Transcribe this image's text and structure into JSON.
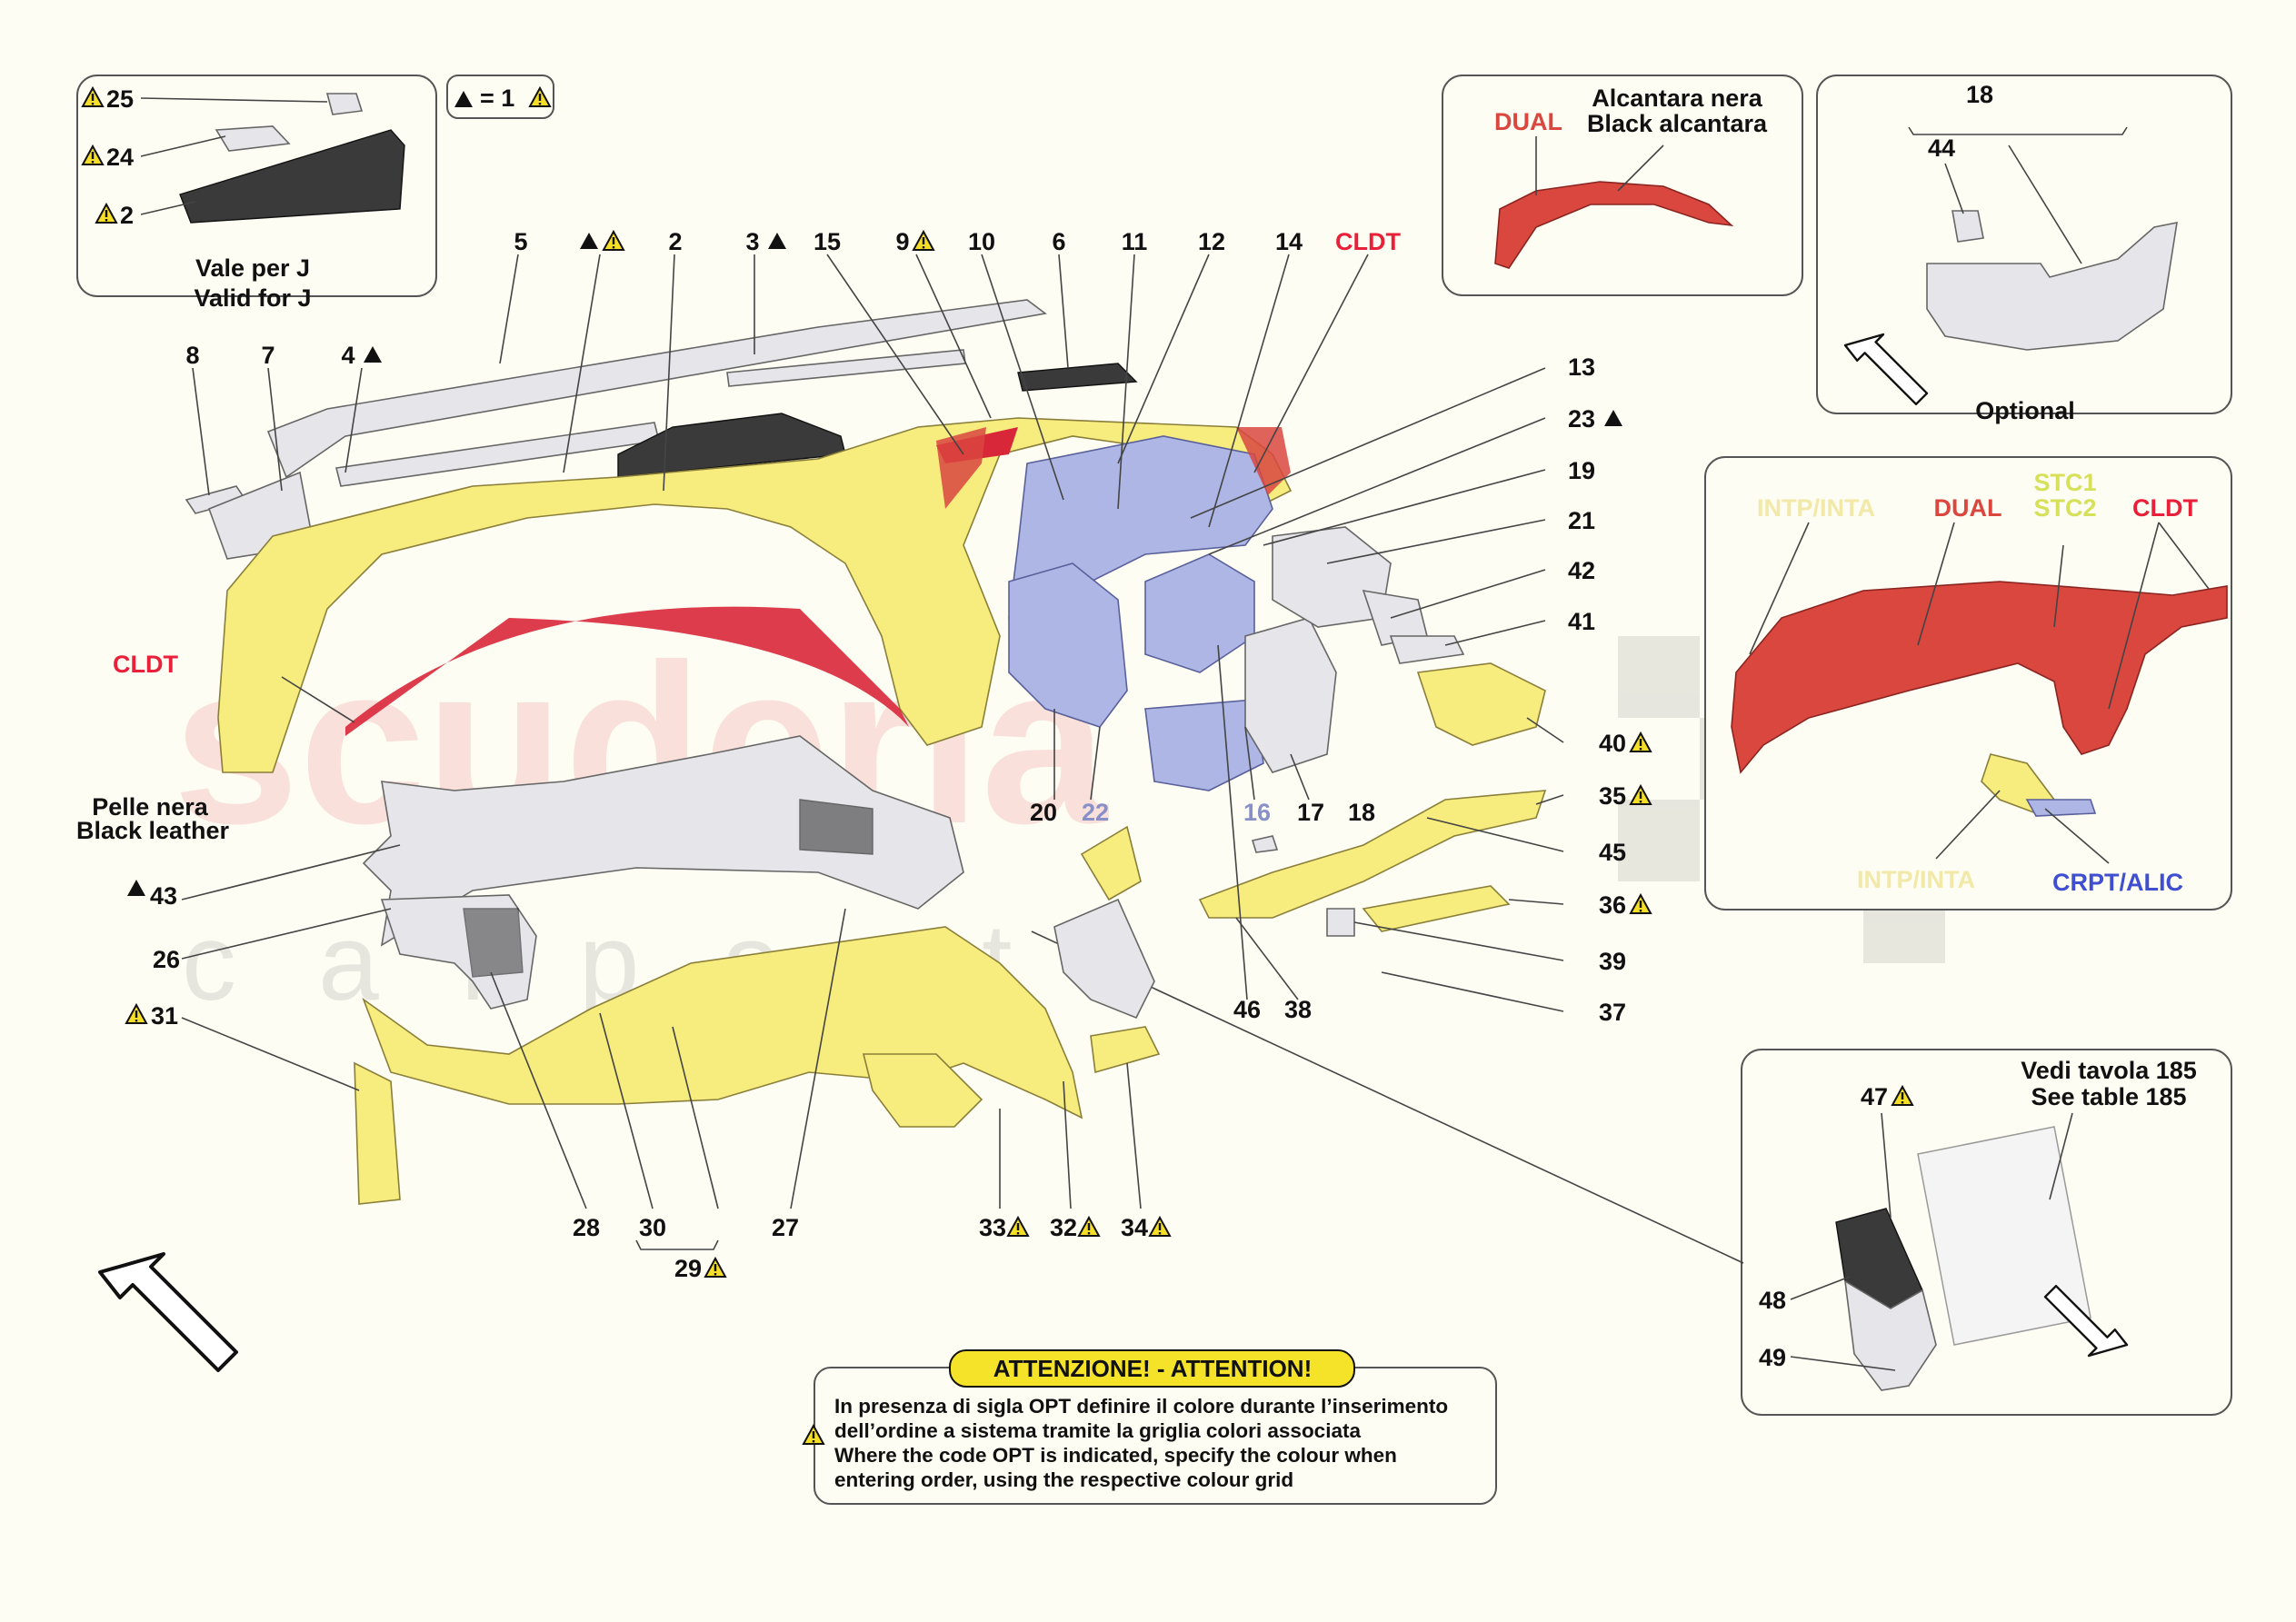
{
  "legend": {
    "triangle_eq": "= 1"
  },
  "inset_top_left": {
    "items": [
      "25",
      "24",
      "2"
    ],
    "line1": "Vale per J",
    "line2": "Valid for J"
  },
  "inset_alcantara": {
    "dual": "DUAL",
    "line1": "Alcantara nera",
    "line2": "Black alcantara"
  },
  "inset_optional": {
    "top": "18",
    "part": "44",
    "caption": "Optional"
  },
  "inset_trim": {
    "a": "INTP/INTA",
    "b": "DUAL",
    "c1": "STC1",
    "c2": "STC2",
    "d": "CLDT",
    "e": "INTP/INTA",
    "f": "CRPT/ALIC"
  },
  "inset_table": {
    "line1": "Vedi tavola 185",
    "line2": "See table 185",
    "p47": "47",
    "p48": "48",
    "p49": "49"
  },
  "main": {
    "cldt_top": "CLDT",
    "cldt_left": "CLDT",
    "leather1": "Pelle nera",
    "leather2": "Black leather",
    "labels": {
      "l5": "5",
      "l2": "2",
      "l3": "3",
      "l15": "15",
      "l9": "9",
      "l10": "10",
      "l6": "6",
      "l11": "11",
      "l12": "12",
      "l14": "14",
      "l8": "8",
      "l7": "7",
      "l4": "4",
      "l13": "13",
      "l23": "23",
      "l19": "19",
      "l21": "21",
      "l42": "42",
      "l41": "41",
      "l40": "40",
      "l35": "35",
      "l45": "45",
      "l36": "36",
      "l39": "39",
      "l37": "37",
      "l20": "20",
      "l22": "22",
      "l16": "16",
      "l17": "17",
      "l18": "18",
      "l46": "46",
      "l38": "38",
      "l43": "43",
      "l26": "26",
      "l31": "31",
      "l28": "28",
      "l30": "30",
      "l29": "29",
      "l27": "27",
      "l33": "33",
      "l32": "32",
      "l34": "34"
    }
  },
  "attention": {
    "title": "ATTENZIONE! - ATTENTION!",
    "l1": "In presenza di sigla OPT definire il colore durante l’inserimento",
    "l2": "dell’ordine a sistema tramite la griglia colori associata",
    "l3": "Where the code OPT is indicated, specify the colour when",
    "l4": "entering order, using the respective colour grid"
  },
  "colors": {
    "red_label": "#e8203a",
    "yellow_part": "#f7ec7e",
    "blue_part": "#aeb6e6",
    "red_part": "#d9473f"
  }
}
